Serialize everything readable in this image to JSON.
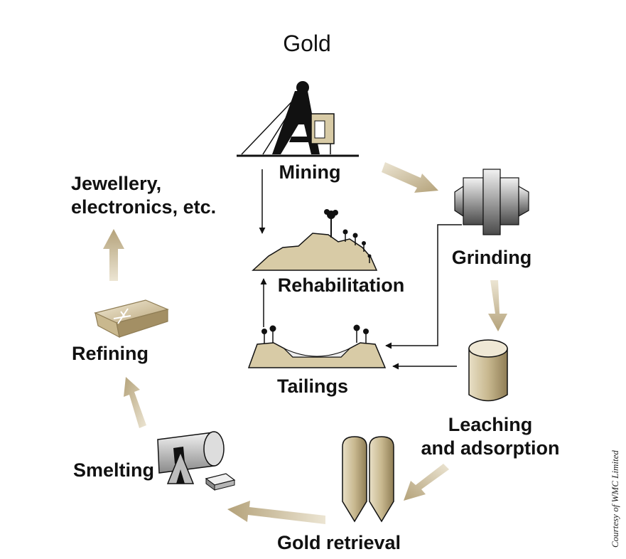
{
  "title": "Gold",
  "credit": "Courtesy of WMC Limited",
  "colors": {
    "tan": "#D8CBA6",
    "arrow_dark": "#B4A27A",
    "arrow_light": "#ECE5D3",
    "ink": "#111111",
    "panel": "#C8BA93"
  },
  "stages": {
    "mining": "Mining",
    "grinding": "Grinding",
    "leaching_line1": "Leaching",
    "leaching_line2": "and adsorption",
    "gold_retrieval": "Gold retrieval",
    "smelting": "Smelting",
    "refining": "Refining",
    "jewellery_line1": "Jewellery,",
    "jewellery_line2": "electronics, etc.",
    "tailings": "Tailings",
    "rehabilitation": "Rehabilitation"
  },
  "icons": {
    "mining": "headframe-icon",
    "grinding": "grinding-mill-icon",
    "leaching": "leach-tank-icon",
    "gold_retrieval": "twin-silo-icon",
    "smelting": "smelting-furnace-icon",
    "refining": "gold-bar-icon",
    "tailings": "tailings-dam-icon",
    "rehabilitation": "rehabilitated-hill-icon"
  }
}
